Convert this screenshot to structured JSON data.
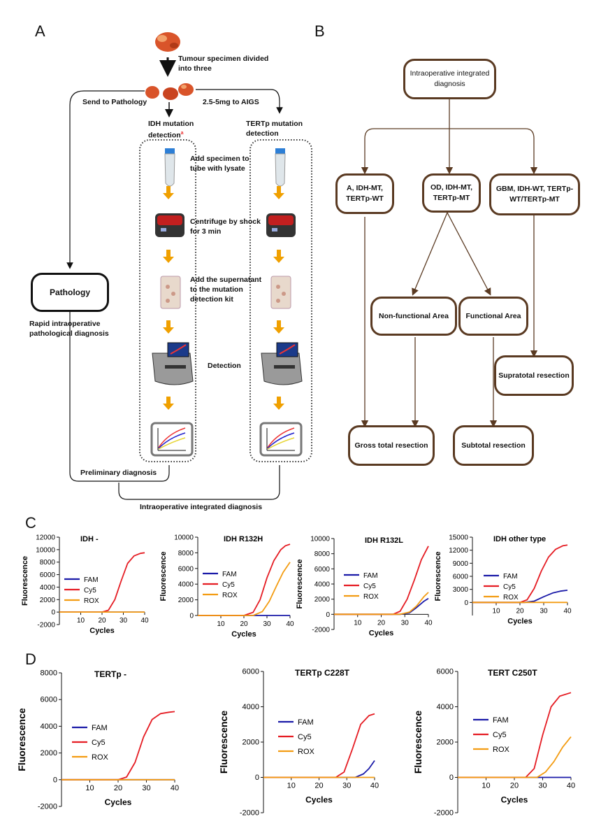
{
  "panelA": {
    "letter": "A",
    "tumour_label": "Tumour specimen divided into three",
    "send_pathology": "Send to Pathology",
    "aigs_label": "2.5-5mg to AIGS",
    "idh_title": "IDH mutation detection",
    "idh_sup": "a",
    "tert_title": "TERTp mutation detection",
    "step1": "Add specimen to tube with lysate",
    "step2": "Centrifuge by shock for 3 min",
    "step3": "Add the supernatant to the mutation detection kit",
    "step4": "Detection",
    "pathology_box": "Pathology",
    "pathology_desc": "Rapid intraoperative pathological diagnosis",
    "preliminary": "Preliminary diagnosis",
    "integrated": "Intraoperative integrated diagnosis"
  },
  "panelB": {
    "letter": "B",
    "top": "Intraoperative integrated diagnosis",
    "left": "A, IDH-MT, TERTp-WT",
    "middle": "OD, IDH-MT, TERTp-MT",
    "right": "GBM, IDH-WT, TERTp-WT/TERTp-MT",
    "nonfunctional": "Non-functional Area",
    "functional": "Functional Area",
    "supratotal": "Supratotal resection",
    "gross": "Gross total resection",
    "subtotal": "Subtotal  resection"
  },
  "colors": {
    "FAM": "#1a1aa8",
    "Cy5": "#e51c23",
    "ROX": "#f39c12",
    "box_border": "#5a3a22",
    "arrow_orange": "#f0a000"
  },
  "panelC_letter": "C",
  "panelD_letter": "D",
  "chart_data": [
    {
      "type": "line",
      "title": "IDH -",
      "xlabel": "Cycles",
      "ylabel": "Fluorescence",
      "xlim": [
        0,
        40
      ],
      "ylim": [
        -2000,
        12000
      ],
      "yticks": [
        -2000,
        0,
        2000,
        4000,
        6000,
        8000,
        10000,
        12000
      ],
      "xticks": [
        10,
        20,
        30,
        40
      ],
      "legend": [
        "FAM",
        "Cy5",
        "ROX"
      ],
      "series": [
        {
          "name": "FAM",
          "x": [
            0,
            40
          ],
          "y": [
            0,
            0
          ]
        },
        {
          "name": "Cy5",
          "x": [
            0,
            20,
            23,
            26,
            29,
            32,
            35,
            38,
            40
          ],
          "y": [
            0,
            0,
            300,
            2000,
            5000,
            7800,
            9000,
            9400,
            9500
          ]
        },
        {
          "name": "ROX",
          "x": [
            0,
            40
          ],
          "y": [
            0,
            0
          ]
        }
      ]
    },
    {
      "type": "line",
      "title": "IDH R132H",
      "xlabel": "Cycles",
      "ylabel": "Fluorescence",
      "xlim": [
        0,
        40
      ],
      "ylim": [
        0,
        10000
      ],
      "yticks": [
        0,
        2000,
        4000,
        6000,
        8000,
        10000
      ],
      "xticks": [
        10,
        20,
        30,
        40
      ],
      "legend": [
        "FAM",
        "Cy5",
        "ROX"
      ],
      "series": [
        {
          "name": "FAM",
          "x": [
            0,
            40
          ],
          "y": [
            0,
            0
          ]
        },
        {
          "name": "Cy5",
          "x": [
            0,
            20,
            24,
            27,
            30,
            33,
            36,
            38,
            40
          ],
          "y": [
            0,
            0,
            400,
            2000,
            4800,
            7000,
            8400,
            8900,
            9100
          ]
        },
        {
          "name": "ROX",
          "x": [
            0,
            24,
            28,
            31,
            34,
            37,
            40
          ],
          "y": [
            0,
            0,
            500,
            1800,
            3700,
            5500,
            6800
          ]
        }
      ]
    },
    {
      "type": "line",
      "title": "IDH R132L",
      "xlabel": "Cycles",
      "ylabel": "Fluorescence",
      "xlim": [
        0,
        40
      ],
      "ylim": [
        -2000,
        10000
      ],
      "yticks": [
        -2000,
        0,
        2000,
        4000,
        6000,
        8000,
        10000
      ],
      "xticks": [
        10,
        20,
        30,
        40
      ],
      "legend": [
        "FAM",
        "Cy5",
        "ROX"
      ],
      "series": [
        {
          "name": "FAM",
          "x": [
            0,
            28,
            32,
            35,
            38,
            40
          ],
          "y": [
            0,
            0,
            200,
            900,
            1700,
            2100
          ]
        },
        {
          "name": "Cy5",
          "x": [
            0,
            25,
            28,
            31,
            34,
            37,
            40
          ],
          "y": [
            0,
            0,
            400,
            2000,
            4500,
            7200,
            9000
          ]
        },
        {
          "name": "ROX",
          "x": [
            0,
            28,
            32,
            35,
            38,
            40
          ],
          "y": [
            0,
            0,
            300,
            1100,
            2300,
            2900
          ]
        }
      ]
    },
    {
      "type": "line",
      "title": "IDH other type",
      "xlabel": "Cycles",
      "ylabel": "Fluorescence",
      "xlim": [
        0,
        40
      ],
      "ylim": [
        -3000,
        15000
      ],
      "yticks": [
        0,
        3000,
        6000,
        9000,
        12000,
        15000
      ],
      "xticks": [
        10,
        20,
        30,
        40
      ],
      "legend": [
        "FAM",
        "Cy5",
        "ROX"
      ],
      "series": [
        {
          "name": "FAM",
          "x": [
            0,
            22,
            26,
            30,
            34,
            37,
            40
          ],
          "y": [
            0,
            0,
            300,
            1300,
            2200,
            2600,
            2800
          ]
        },
        {
          "name": "Cy5",
          "x": [
            0,
            20,
            23,
            26,
            29,
            32,
            35,
            38,
            40
          ],
          "y": [
            0,
            0,
            600,
            3200,
            7200,
            10400,
            12200,
            13000,
            13200
          ]
        },
        {
          "name": "ROX",
          "x": [
            0,
            40
          ],
          "y": [
            0,
            0
          ]
        }
      ]
    },
    {
      "type": "line",
      "title": "TERTp -",
      "xlabel": "Cycles",
      "ylabel": "Fluorescence",
      "xlim": [
        0,
        40
      ],
      "ylim": [
        -2000,
        8000
      ],
      "yticks": [
        -2000,
        0,
        2000,
        4000,
        6000,
        8000
      ],
      "xticks": [
        10,
        20,
        30,
        40
      ],
      "legend": [
        "FAM",
        "Cy5",
        "ROX"
      ],
      "series": [
        {
          "name": "FAM",
          "x": [
            0,
            40
          ],
          "y": [
            0,
            0
          ]
        },
        {
          "name": "Cy5",
          "x": [
            0,
            20,
            23,
            26,
            29,
            32,
            35,
            38,
            40
          ],
          "y": [
            0,
            0,
            200,
            1300,
            3200,
            4500,
            4950,
            5050,
            5100
          ]
        },
        {
          "name": "ROX",
          "x": [
            0,
            40
          ],
          "y": [
            0,
            0
          ]
        }
      ]
    },
    {
      "type": "line",
      "title": "TERTp C228T",
      "xlabel": "Cycles",
      "ylabel": "Fluorescence",
      "xlim": [
        0,
        40
      ],
      "ylim": [
        -2000,
        6000
      ],
      "yticks": [
        -2000,
        0,
        2000,
        4000,
        6000
      ],
      "xticks": [
        10,
        20,
        30,
        40
      ],
      "legend": [
        "FAM",
        "Cy5",
        "ROX"
      ],
      "series": [
        {
          "name": "FAM",
          "x": [
            0,
            33,
            36,
            38,
            40
          ],
          "y": [
            0,
            0,
            200,
            500,
            950
          ]
        },
        {
          "name": "Cy5",
          "x": [
            0,
            26,
            29,
            32,
            35,
            38,
            40
          ],
          "y": [
            0,
            0,
            300,
            1600,
            3000,
            3500,
            3600
          ]
        },
        {
          "name": "ROX",
          "x": [
            0,
            40
          ],
          "y": [
            0,
            0
          ]
        }
      ]
    },
    {
      "type": "line",
      "title": "TERT C250T",
      "xlabel": "Cycles",
      "ylabel": "Fluorescence",
      "xlim": [
        0,
        40
      ],
      "ylim": [
        -2000,
        6000
      ],
      "yticks": [
        -2000,
        0,
        2000,
        4000,
        6000
      ],
      "xticks": [
        10,
        20,
        30,
        40
      ],
      "legend": [
        "FAM",
        "Cy5",
        "ROX"
      ],
      "series": [
        {
          "name": "FAM",
          "x": [
            0,
            40
          ],
          "y": [
            0,
            0
          ]
        },
        {
          "name": "Cy5",
          "x": [
            0,
            24,
            27,
            30,
            33,
            36,
            40
          ],
          "y": [
            0,
            0,
            500,
            2400,
            4000,
            4600,
            4800
          ]
        },
        {
          "name": "ROX",
          "x": [
            0,
            28,
            31,
            34,
            37,
            40
          ],
          "y": [
            0,
            0,
            300,
            900,
            1700,
            2300
          ]
        }
      ]
    }
  ]
}
